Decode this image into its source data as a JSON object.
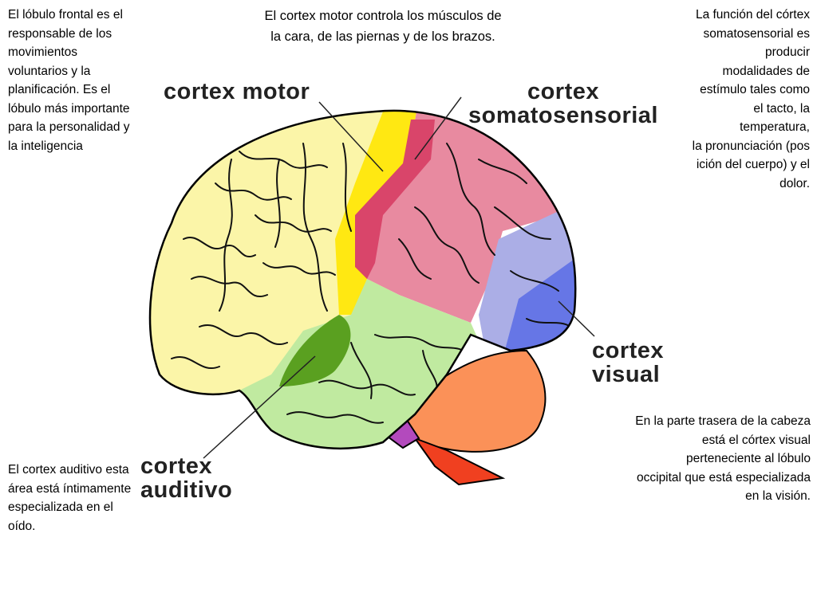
{
  "notes": {
    "frontal": "El  lóbulo frontal es el responsable de los movimientos voluntarios y la planificación. Es el lóbulo más importante para la personalidad y la inteligencia",
    "motor_line1": "El cortex motor controla los músculos de",
    "motor_line2": "la cara, de las piernas y de los brazos.",
    "somato_line1": "La función del córtex",
    "somato_line2": "somatosensorial es",
    "somato_line3": "producir",
    "somato_line4": "modalidades de",
    "somato_line5": "estímulo tales como",
    "somato_line6": "el tacto, la",
    "somato_line7": "temperatura,",
    "somato_line8": "la pronunciación (pos",
    "somato_line9": "ición del cuerpo) y el",
    "somato_line10": "dolor.",
    "visual_line1": "En la parte trasera de la cabeza",
    "visual_line2": "está el córtex visual",
    "visual_line3": "perteneciente al lóbulo",
    "visual_line4": "occipital que está especializada",
    "visual_line5": "en la visión.",
    "auditivo": "El cortex auditivo esta área está íntimamente especializada en el oído."
  },
  "labels": {
    "motor": "cortex motor",
    "somato_line1": "cortex",
    "somato_line2": "somatosensorial",
    "visual_line1": "cortex",
    "visual_line2": "visual",
    "auditivo_line1": "cortex",
    "auditivo_line2": "auditivo"
  },
  "colors": {
    "frontal": "#fbf5a8",
    "motor": "#ffe812",
    "somatosensory_strip": "#d9456a",
    "parietal": "#e88aa0",
    "occipital": "#abaee6",
    "visual": "#6676e6",
    "temporal": "#c0eaa0",
    "auditory": "#5aa020",
    "cerebellum": "#fb9158",
    "brainstem": "#f04020",
    "pons": "#b34abd"
  }
}
